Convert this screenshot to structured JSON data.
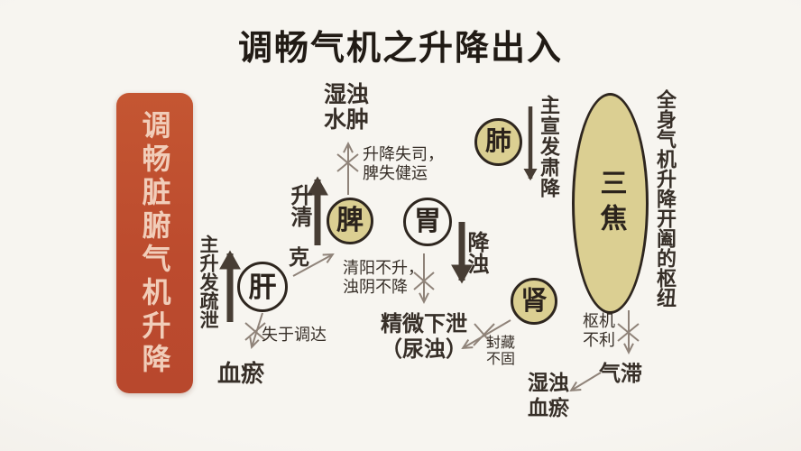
{
  "title": "调畅气机之升降出入",
  "banner": {
    "text": "调畅脏腑气机升降"
  },
  "organs": {
    "liver": "肝",
    "spleen": "脾",
    "stomach": "胃",
    "lung": "肺",
    "kidney": "肾",
    "sanjiao": "三焦"
  },
  "functions": {
    "liver": "主升发疏泄",
    "spleen": "升清",
    "stomach": "降浊",
    "lung": "主宣发肃降",
    "sanjiao_note": "全身气机升降开阖的枢纽",
    "ke": "克"
  },
  "pathology": {
    "damp_edema": [
      "湿浊",
      "水肿"
    ],
    "spleen_fail": [
      "升降失司，",
      "脾失健运"
    ],
    "liver_fail": "失于调达",
    "blood_stasis": "血瘀",
    "stomach_fail": [
      "清阳不升，",
      "浊阴不降"
    ],
    "essence_leak": [
      "精微下泄",
      "（尿浊）"
    ],
    "kidney_fail": [
      "封藏",
      "不固"
    ],
    "pivot_fail": [
      "枢机",
      "不利"
    ],
    "qi_stagnation": "气滞",
    "damp_blood_stasis": [
      "湿浊",
      "血瘀"
    ]
  },
  "colors": {
    "background": "#f3f1ec",
    "banner_red": "#bc4b2e",
    "banner_text": "#f1cdb9",
    "organ_fill": "#dbcf92",
    "outline": "#2e261f",
    "arrow_dark": "#473d34",
    "arrow_light": "#8f8379",
    "text": "#372f28"
  }
}
